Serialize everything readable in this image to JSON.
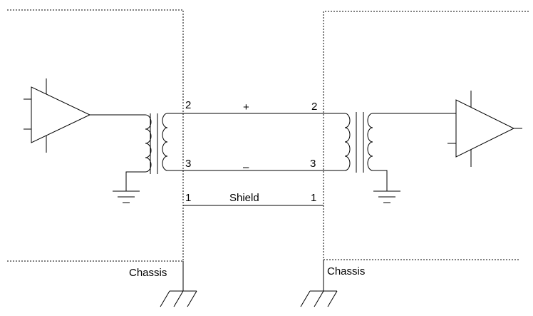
{
  "diagram": {
    "left_pins": {
      "hot": "2",
      "cold": "3",
      "shield": "1"
    },
    "right_pins": {
      "hot": "2",
      "cold": "3",
      "shield": "1"
    },
    "plus_sign": "+",
    "minus_sign": "–",
    "shield_label": "Shield",
    "left_chassis_label": "Chassis",
    "right_chassis_label": "Chassis"
  },
  "colors": {
    "line": "#000000",
    "background": "#ffffff"
  }
}
